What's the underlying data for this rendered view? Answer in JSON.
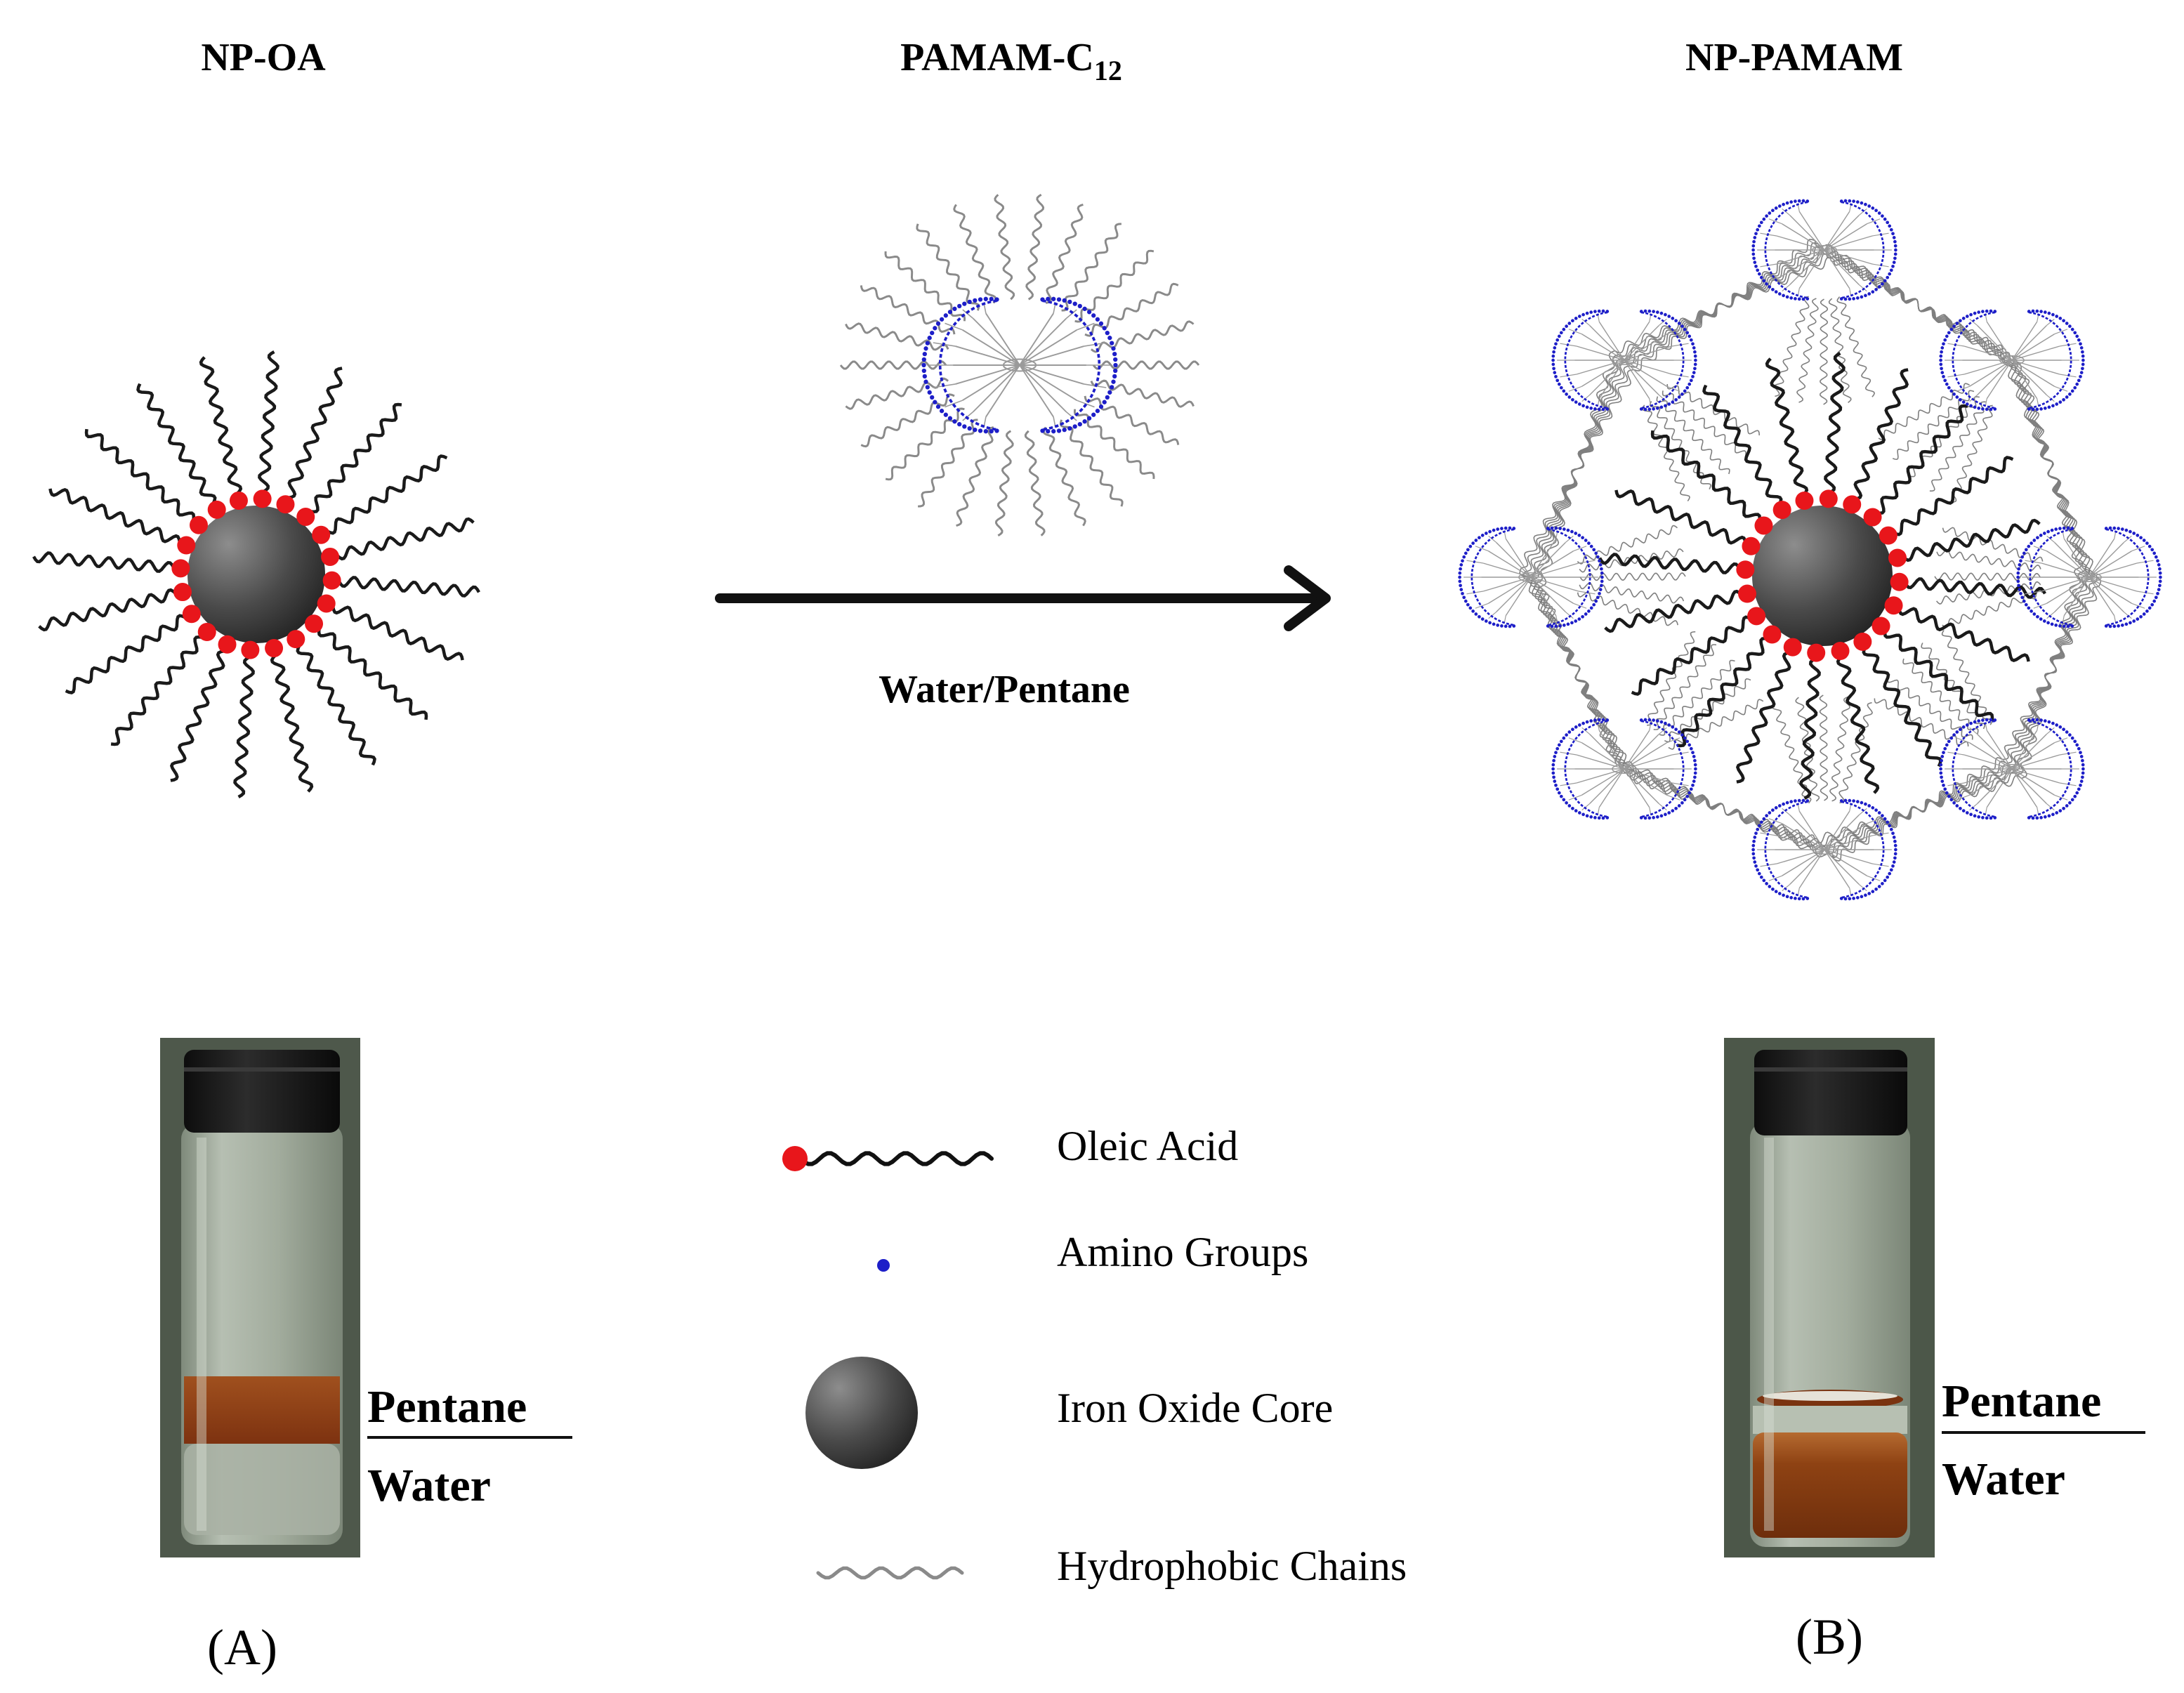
{
  "titles": {
    "np_oa": "NP-OA",
    "pamam_c12_base": "PAMAM-C",
    "pamam_c12_sub": "12",
    "np_pamam": "NP-PAMAM"
  },
  "arrow_label": "Water/Pentane",
  "vials": {
    "a": {
      "top_label": "Pentane",
      "bottom_label": "Water",
      "panel": "(A)"
    },
    "b": {
      "top_label": "Pentane",
      "bottom_label": "Water",
      "panel": "(B)"
    }
  },
  "legend": {
    "oleic_acid": "Oleic Acid",
    "amino_groups": "Amino Groups",
    "iron_oxide_core": "Iron Oxide Core",
    "hydrophobic_chains": "Hydrophobic Chains"
  },
  "colors": {
    "oleic_head": "#e8161b",
    "amino_group": "#1d1ec8",
    "core_dark": "#2a2a2a",
    "core_light": "#8a8a8a",
    "chain_dark": "#1a1a1a",
    "chain_gray": "#8a8a8a",
    "dendrimer_line": "#9a9a9a",
    "vial_bg": "#4f5a4c",
    "vial_glass": "#9aa595",
    "organic_phase": "#8a3a12",
    "cap": "#141414"
  }
}
